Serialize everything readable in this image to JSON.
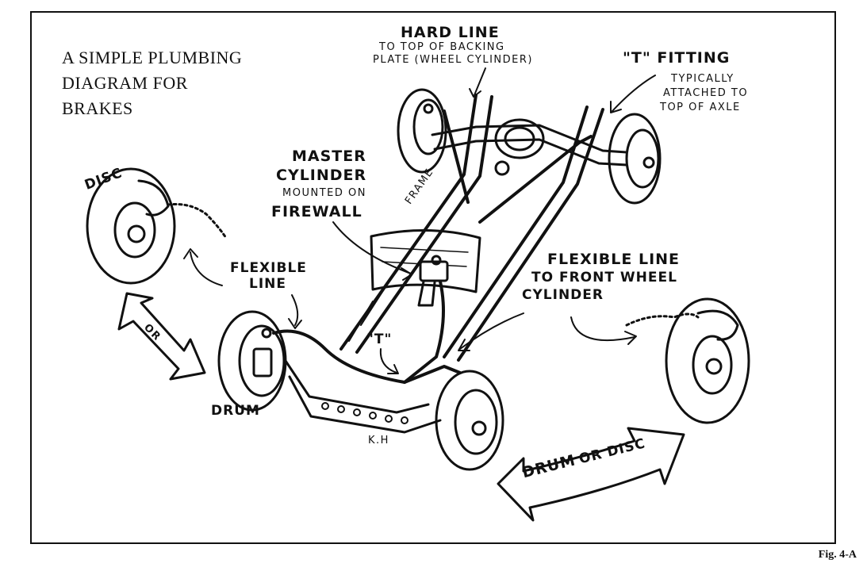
{
  "title": {
    "line1": "A SIMPLE PLUMBING",
    "line2": "DIAGRAM FOR",
    "line3": "BRAKES"
  },
  "labels": {
    "hard_line": "HARD LINE",
    "hard_line_sub1": "TO TOP OF BACKING",
    "hard_line_sub2": "PLATE (WHEEL CYLINDER)",
    "t_fitting": "\"T\" FITTING",
    "t_fitting_sub1": "TYPICALLY",
    "t_fitting_sub2": "ATTACHED TO",
    "t_fitting_sub3": "TOP OF AXLE",
    "master_1": "MASTER",
    "master_2": "CYLINDER",
    "master_3": "MOUNTED ON",
    "master_4": "FIREWALL",
    "frame": "FRAME",
    "disc": "DISC",
    "flexible_line_1": "FLEXIBLE",
    "flexible_line_2": "LINE",
    "flex_front_1": "FLEXIBLE LINE",
    "flex_front_2": "TO FRONT WHEEL",
    "flex_front_3": "CYLINDER",
    "t_small": "\"T\"",
    "or": "OR",
    "drum": "DRUM",
    "drum_or_disc_1": "DRUM",
    "drum_or_disc_2": "OR DISC",
    "initials": "K.H"
  },
  "figure_label": "Fig. 4-A"
}
